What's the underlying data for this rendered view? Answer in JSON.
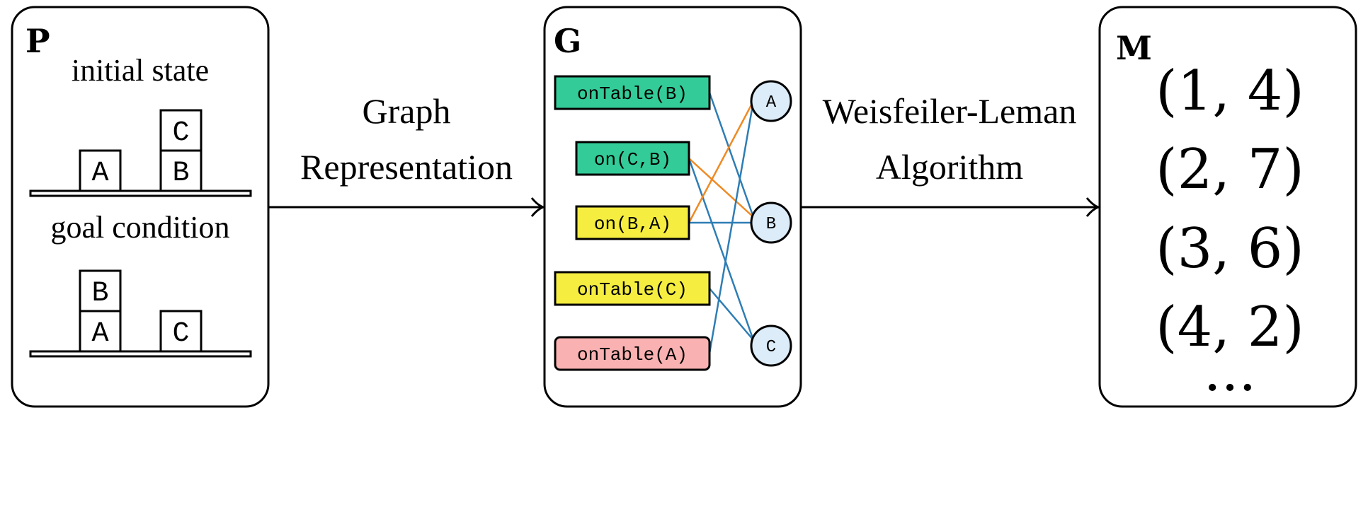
{
  "panels": {
    "p": {
      "letter": "P",
      "initial_label": "initial state",
      "goal_label": "goal condition",
      "initial_blocks": {
        "a": "A",
        "b": "B",
        "c": "C"
      },
      "goal_blocks": {
        "a": "A",
        "b": "B",
        "c": "C"
      }
    },
    "g": {
      "letter": "G",
      "predicates": [
        {
          "label": "onTable(B)",
          "fill": "#33cc99"
        },
        {
          "label": "on(C,B)",
          "fill": "#33cc99"
        },
        {
          "label": "on(B,A)",
          "fill": "#f5ee40"
        },
        {
          "label": "onTable(C)",
          "fill": "#f5ee40"
        },
        {
          "label": "onTable(A)",
          "fill": "#f9b1b1"
        }
      ],
      "objects": [
        "A",
        "B",
        "C"
      ],
      "object_fill": "#dcecf8",
      "edge_colors": {
        "blue": "#2e7db4",
        "orange": "#ef8a24"
      }
    },
    "m": {
      "letter": "M",
      "tuples": [
        "(1, 4)",
        "(2, 7)",
        "(3, 6)",
        "(4, 2)"
      ],
      "ellipsis": "..."
    }
  },
  "arrows": {
    "first": {
      "line1": "Graph",
      "line2": "Representation"
    },
    "second": {
      "line1": "Weisfeiler-Leman",
      "line2": "Algorithm"
    }
  }
}
